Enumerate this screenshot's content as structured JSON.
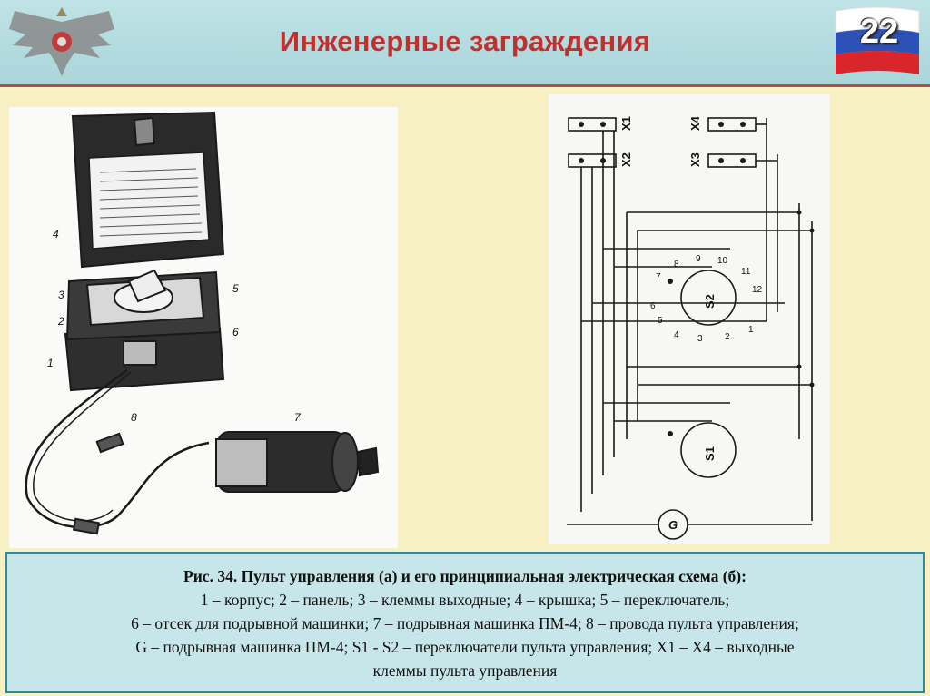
{
  "header": {
    "title": "Инженерные заграждения",
    "slide_number": "22"
  },
  "figure": {
    "photo_labels": [
      "1",
      "2",
      "3",
      "4",
      "5",
      "6",
      "7",
      "8"
    ],
    "scheme_labels": {
      "terminals": [
        "X1",
        "X2",
        "X3",
        "X4"
      ],
      "switches": [
        "S2",
        "S1"
      ],
      "generator": "G",
      "contacts": [
        "1",
        "2",
        "3",
        "4",
        "5",
        "6",
        "7",
        "8",
        "9",
        "10",
        "11",
        "12"
      ]
    }
  },
  "caption": {
    "title": "Рис. 34. Пульт управления (а) и его принципиальная электрическая схема (б):",
    "line1": "1 – корпус; 2 – панель; 3 – клеммы выходные; 4 – крышка; 5 – переключатель;",
    "line2": "6 – отсек для подрывной машинки; 7 – подрывная машинка ПМ-4; 8 – провода пульта управления;",
    "line3": "G – подрывная машинка ПМ-4; S1 - S2 – переключатели пульта управления; X1 – X4 – выходные",
    "line4": "клеммы пульта управления"
  },
  "colors": {
    "header_bg": "#bfe3e6",
    "title_red": "#c0302f",
    "page_bg": "#f7f0c2",
    "caption_bg": "#c7e6ea"
  }
}
